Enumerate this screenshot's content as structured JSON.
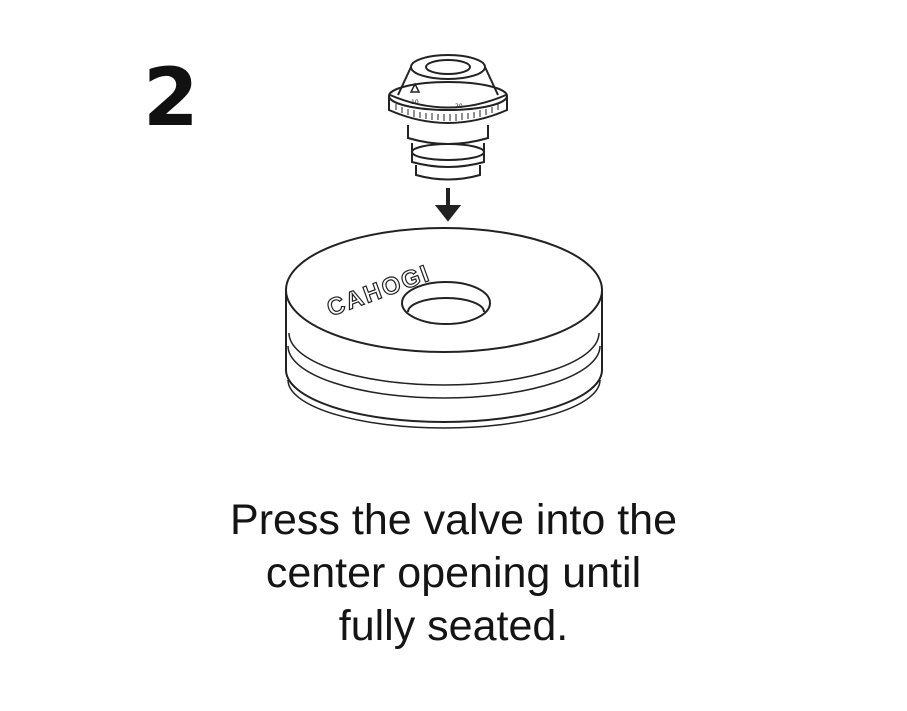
{
  "step": {
    "number": "2"
  },
  "illustration": {
    "brand_text": "CAHOGI",
    "dial_labels": [
      "10",
      "20"
    ]
  },
  "instruction": {
    "lines": [
      "Press the valve into the",
      "center opening until",
      "fully seated."
    ]
  }
}
